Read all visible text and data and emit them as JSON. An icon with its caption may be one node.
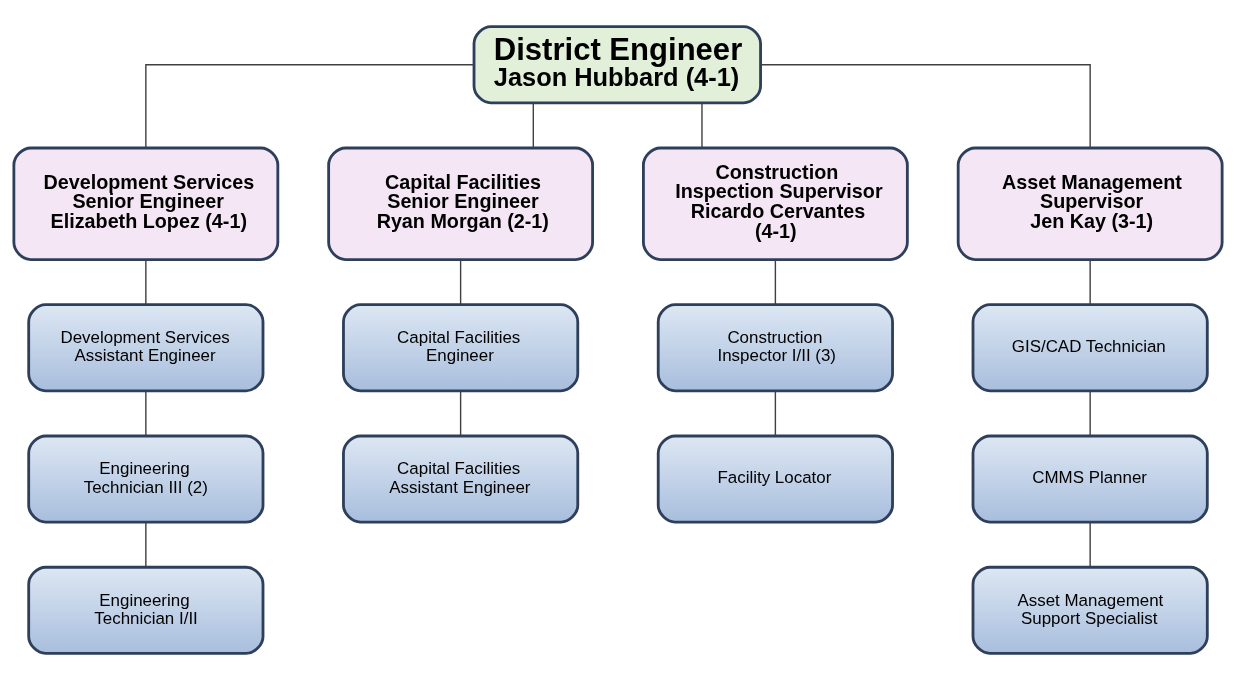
{
  "diagram": {
    "nodes": [
      {
        "text": [
          "District Engineer",
          "Jason Hubbard (4-1)"
        ]
      },
      {
        "text": [
          "Development Services Senior Engineer",
          "Elizabeth Lopez (4-1)"
        ]
      },
      {
        "text": [
          "Capital Facilities Senior Engineer",
          "Ryan Morgan (2-1)"
        ]
      },
      {
        "text": [
          "Construction Inspection Supervisor",
          "Ricardo Cervantes (4-1)"
        ]
      },
      {
        "text": [
          "Asset Management Supervisor",
          "Jen Kay (3-1)"
        ]
      },
      {
        "text": [
          "Development Services Assistant Engineer"
        ]
      },
      {
        "text": [
          "Capital Facilities Engineer"
        ]
      },
      {
        "text": [
          "Construction Inspector I/II (3)"
        ]
      },
      {
        "text": [
          "GIS/CAD Technician"
        ]
      },
      {
        "text": [
          "Engineering Technician III (2)"
        ]
      },
      {
        "text": [
          "Capital Facilities Assistant Engineer"
        ]
      },
      {
        "text": [
          "Facility Locator"
        ]
      },
      {
        "text": [
          "CMMS Planner"
        ]
      },
      {
        "text": [
          "Engineering Technician I/II"
        ]
      },
      {
        "text": [
          "Asset Management Support Specialist"
        ]
      }
    ],
    "edges": [
      {
        "from": 0,
        "to": 1,
        "arrow": "none"
      },
      {
        "from": 0,
        "to": 2,
        "arrow": "none"
      },
      {
        "from": 0,
        "to": 3,
        "arrow": "none"
      },
      {
        "from": 0,
        "to": 4,
        "arrow": "none"
      },
      {
        "from": 1,
        "to": 5,
        "arrow": "none"
      },
      {
        "from": 5,
        "to": 9,
        "arrow": "none"
      },
      {
        "from": 9,
        "to": 13,
        "arrow": "none"
      },
      {
        "from": 2,
        "to": 6,
        "arrow": "none"
      },
      {
        "from": 6,
        "to": 10,
        "arrow": "none"
      },
      {
        "from": 3,
        "to": 7,
        "arrow": "none"
      },
      {
        "from": 7,
        "to": 11,
        "arrow": "none"
      },
      {
        "from": 4,
        "to": 8,
        "arrow": "none"
      },
      {
        "from": 8,
        "to": 12,
        "arrow": "none"
      },
      {
        "from": 12,
        "to": 14,
        "arrow": "none"
      }
    ]
  }
}
